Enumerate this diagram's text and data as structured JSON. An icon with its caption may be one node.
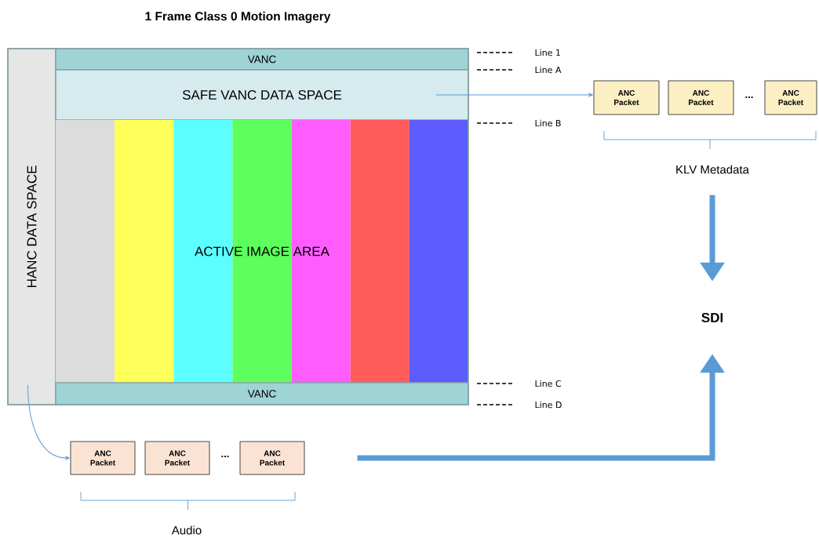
{
  "diagram": {
    "title": "1 Frame Class 0 Motion Imagery",
    "nodes": [
      {
        "text": [],
        "shape": "box"
      },
      {
        "text": [
          "HANC DATA SPACE"
        ],
        "in": 0
      },
      {
        "text": [
          "VANC"
        ],
        "in": 0
      },
      {
        "text": [
          "SAFE VANC DATA SPACE"
        ],
        "in": 0
      },
      {
        "text": [
          "ACTIVE IMAGE AREA"
        ],
        "in": 0
      },
      {
        "text": [
          "VANC"
        ],
        "in": 0
      },
      {
        "text": [
          "ANC Packet"
        ]
      },
      {
        "text": [
          "ANC Packet"
        ]
      },
      {
        "text": [
          "ANC Packet"
        ]
      },
      {
        "text": [
          "ANC Packet"
        ]
      },
      {
        "text": [
          "ANC Packet"
        ]
      },
      {
        "text": [
          "ANC Packet"
        ]
      },
      {
        "text": [
          "KLV Metadata"
        ]
      },
      {
        "text": [
          "SDI"
        ]
      }
    ],
    "edges": [
      {
        "from": 3,
        "to": 6,
        "arrow": "to"
      },
      {
        "from": 1,
        "to": 9,
        "arrow": "to"
      },
      {
        "from": 12,
        "to": 13,
        "arrow": "to",
        "style": "thick"
      },
      {
        "from": 11,
        "to": 13,
        "arrow": "to",
        "style": "thick"
      }
    ],
    "labels": [
      "Line 1",
      "Line A",
      "...",
      "Line B",
      "Line C",
      "Line D",
      "...",
      "Audio"
    ]
  }
}
